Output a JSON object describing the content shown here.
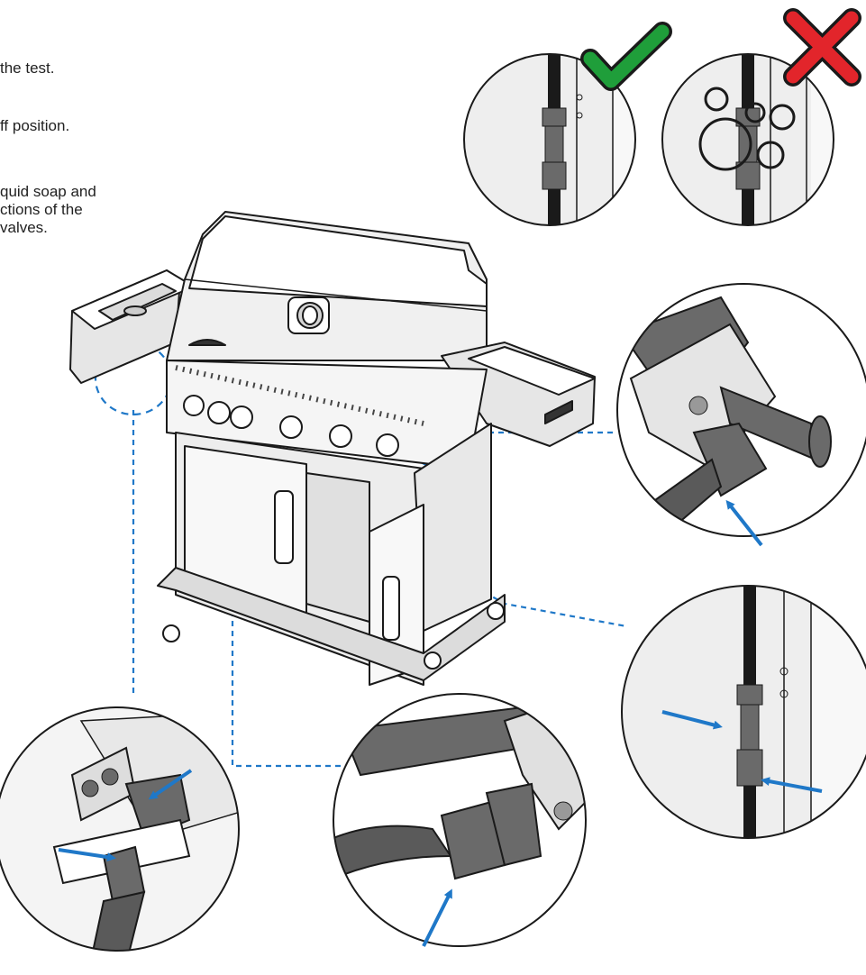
{
  "instructions": {
    "line1": "the test.",
    "line2": "ff position.",
    "line3a": "quid soap and",
    "line3b": "ctions of the",
    "line3c": "valves."
  },
  "colors": {
    "check_green": "#1f9e3a",
    "cross_red": "#e2252b",
    "arrow_blue": "#1f78c8",
    "line_dark": "#1a1a1a",
    "grey_fill": "#6a6a6a",
    "light_grey": "#eaeaea"
  }
}
